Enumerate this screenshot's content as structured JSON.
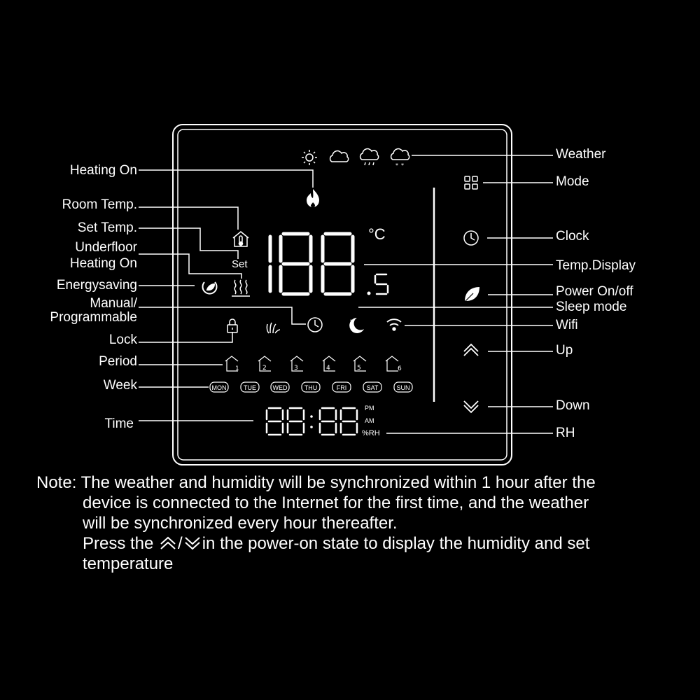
{
  "left_labels": {
    "heating_on": "Heating On",
    "room_temp": "Room Temp.",
    "set_temp": "Set  Temp.",
    "underfloor_1": "Underfloor",
    "underfloor_2": "Heating On",
    "energysaving": "Energysaving",
    "manual_1": "Manual/",
    "manual_2": "Programmable",
    "lock": "Lock",
    "period": "Period",
    "week": "Week",
    "time": "Time"
  },
  "right_labels": {
    "weather": "Weather",
    "mode": "Mode",
    "clock": "Clock",
    "temp_display": "Temp.Display",
    "power": "Power On/off",
    "sleep": "Sleep mode",
    "wifi": "Wifi",
    "up": "Up",
    "down": "Down",
    "rh": "RH"
  },
  "display": {
    "temp_digits": "188",
    "temp_decimal": "5",
    "unit": "°C",
    "set_label": "Set",
    "time_digits": "88:88",
    "pm": "PM",
    "am": "AM",
    "rh": "%RH",
    "days": [
      "MON",
      "TUE",
      "WED",
      "THU",
      "FRI",
      "SAT",
      "SUN"
    ],
    "periods": [
      "1",
      "2",
      "3",
      "4",
      "5",
      "6"
    ]
  },
  "note": {
    "prefix": "Note: ",
    "line1": "The weather and humidity will be synchronized within 1 hour after the",
    "line2": "device is connected to the Internet for the first time, and the weather",
    "line3": "will be synchronized every hour thereafter.",
    "line4_a": "Press the ",
    "line4_slash": "/",
    "line4_b": "in the power-on state to display the humidity and set",
    "line5": "temperature"
  },
  "icons": [
    "sun-icon",
    "cloud-icon",
    "rain-icon",
    "snow-icon",
    "flame-icon",
    "mode-grid-icon",
    "clock-icon",
    "leaf-icon",
    "moon-icon",
    "wifi-icon",
    "chevron-up-icon",
    "chevron-down-icon",
    "lock-icon",
    "hand-icon",
    "energy-icon",
    "house-thermometer-icon",
    "underfloor-heat-icon"
  ]
}
